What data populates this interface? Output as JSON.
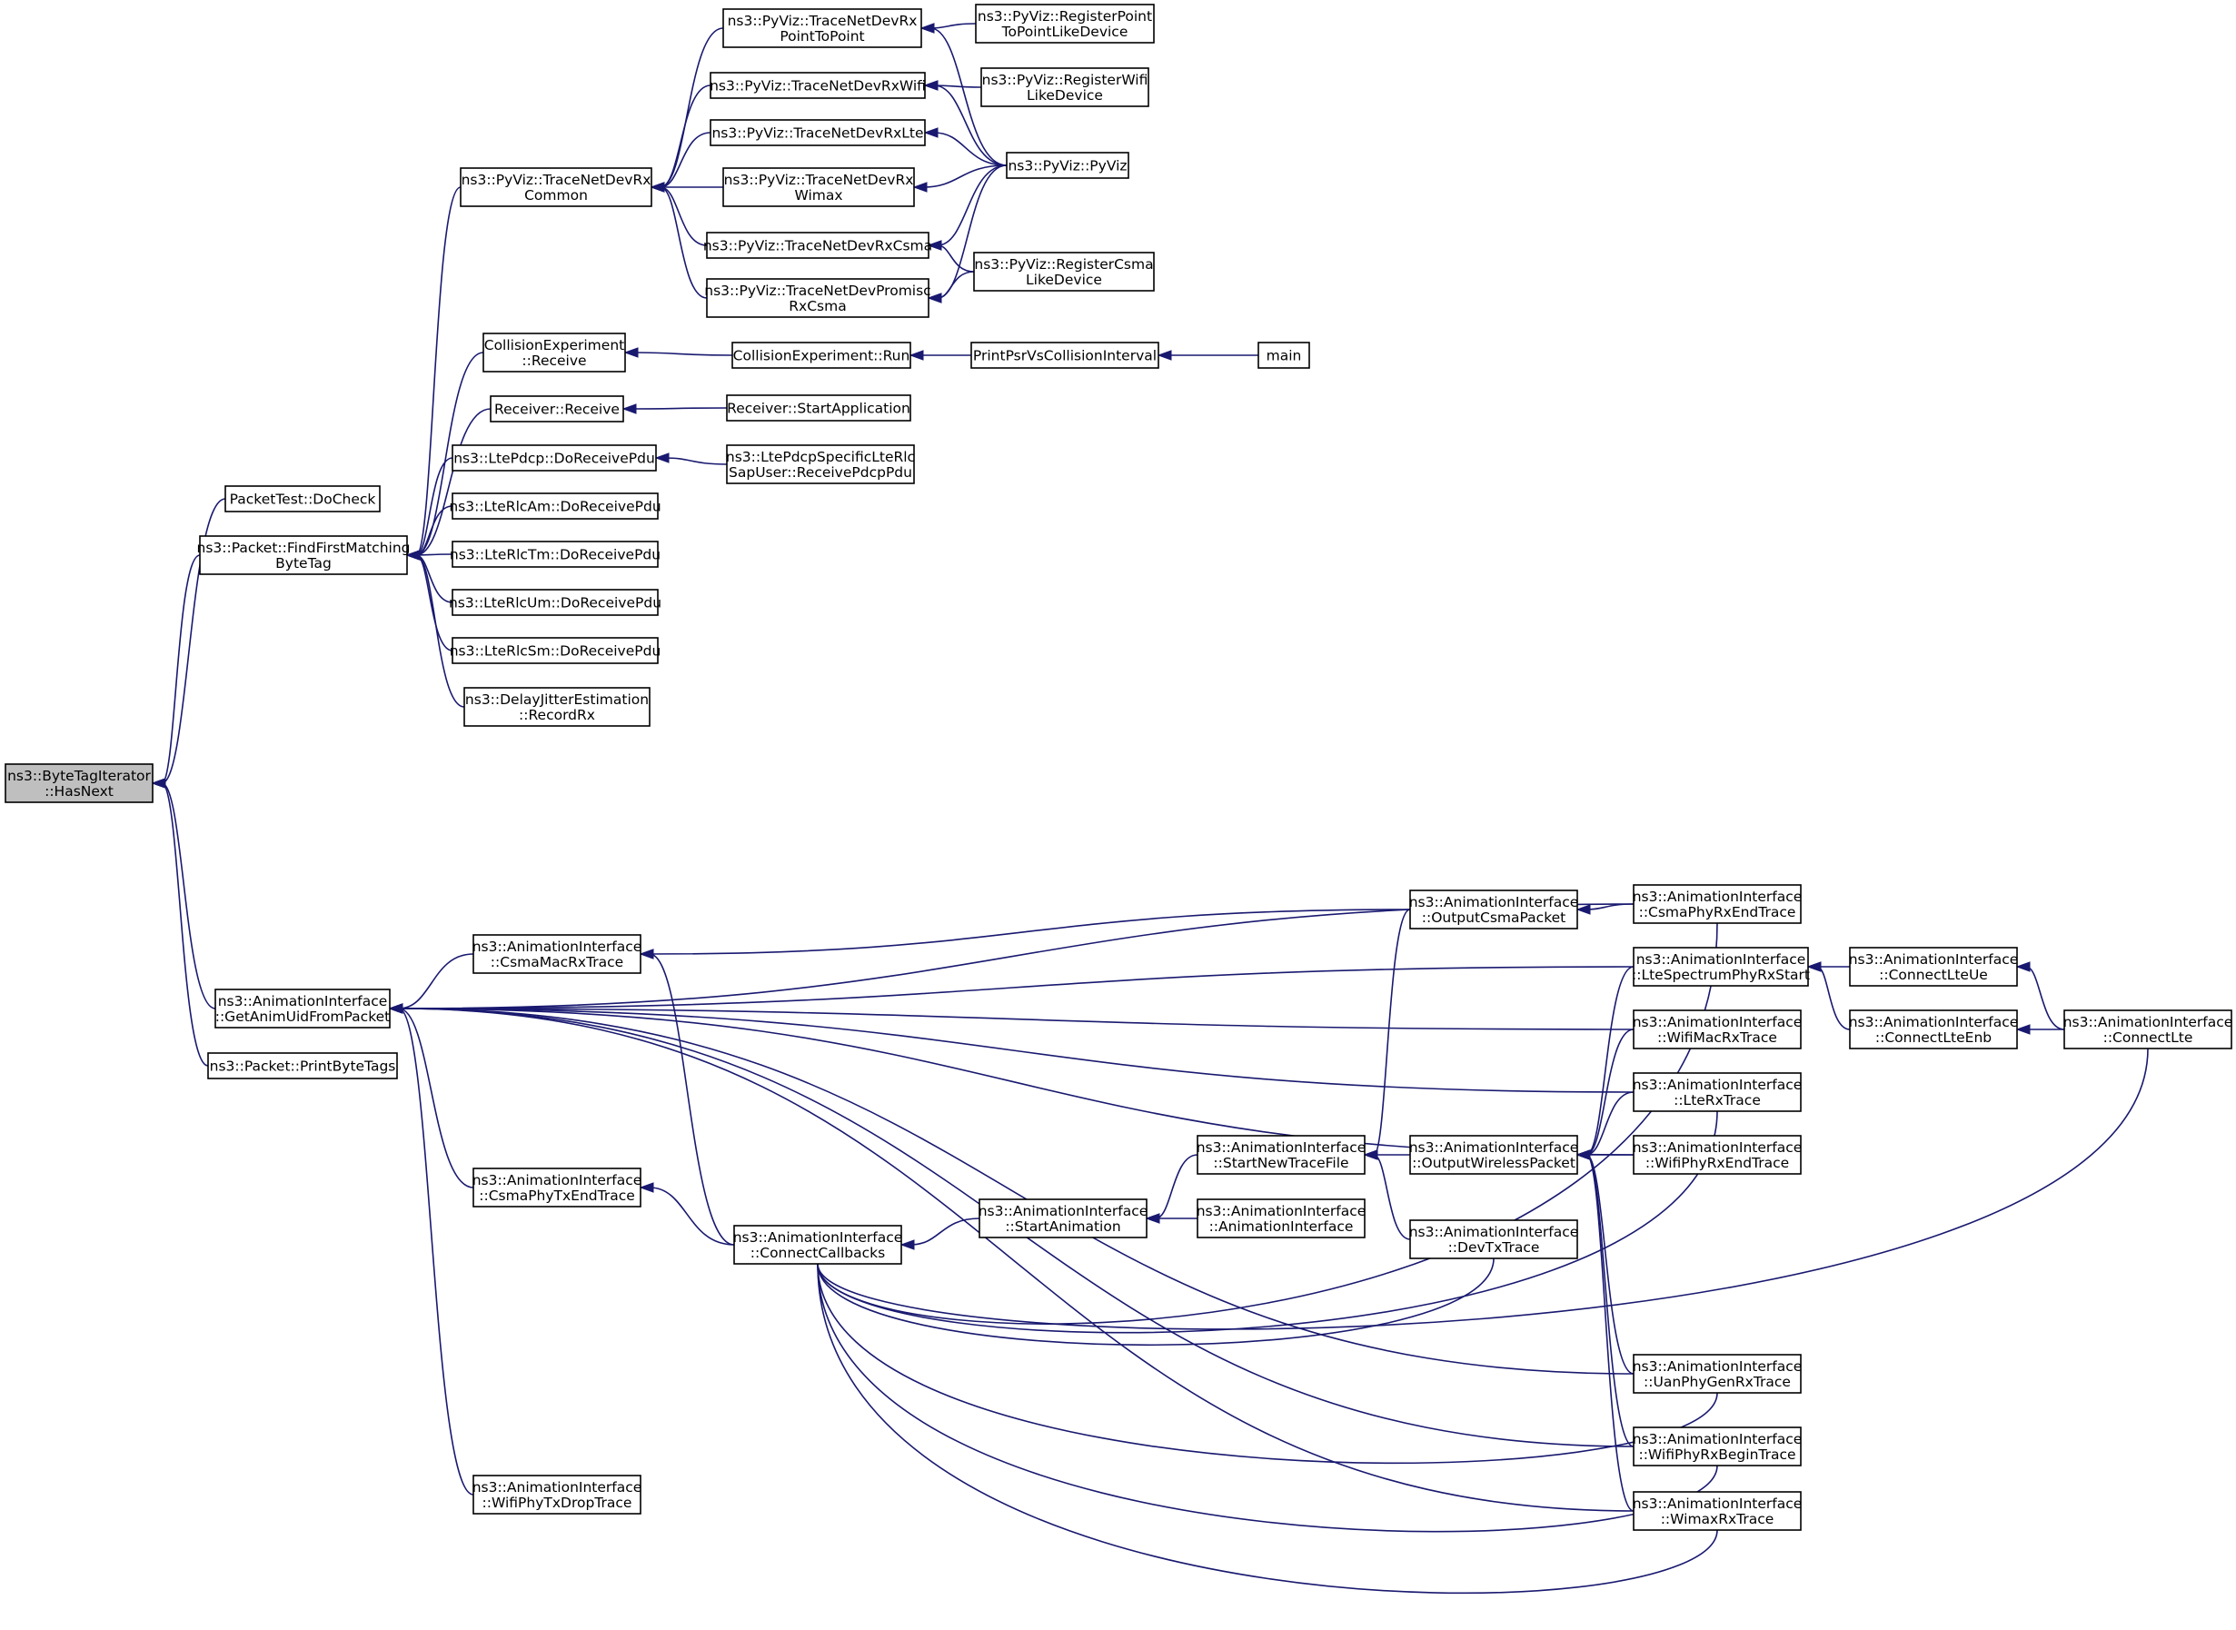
{
  "nodes": [
    {
      "id": "root",
      "lines": [
        "ns3::ByteTagIterator",
        "::HasNext"
      ],
      "root": true
    },
    {
      "id": "packettest",
      "lines": [
        "PacketTest::DoCheck"
      ]
    },
    {
      "id": "findfirst",
      "lines": [
        "ns3::Packet::FindFirstMatching",
        "ByteTag"
      ]
    },
    {
      "id": "getanimuid",
      "lines": [
        "ns3::AnimationInterface",
        "::GetAnimUidFromPacket"
      ]
    },
    {
      "id": "printbytetags",
      "lines": [
        "ns3::Packet::PrintByteTags"
      ]
    },
    {
      "id": "rxcommon",
      "lines": [
        "ns3::PyViz::TraceNetDevRx",
        "Common"
      ]
    },
    {
      "id": "collrecv",
      "lines": [
        "CollisionExperiment",
        "::Receive"
      ]
    },
    {
      "id": "recvrecv",
      "lines": [
        "Receiver::Receive"
      ]
    },
    {
      "id": "ltepdcp",
      "lines": [
        "ns3::LtePdcp::DoReceivePdu"
      ]
    },
    {
      "id": "lterlcam",
      "lines": [
        "ns3::LteRlcAm::DoReceivePdu"
      ]
    },
    {
      "id": "lterlctm",
      "lines": [
        "ns3::LteRlcTm::DoReceivePdu"
      ]
    },
    {
      "id": "lterlcum",
      "lines": [
        "ns3::LteRlcUm::DoReceivePdu"
      ]
    },
    {
      "id": "lterlcsm",
      "lines": [
        "ns3::LteRlcSm::DoReceivePdu"
      ]
    },
    {
      "id": "delayjitter",
      "lines": [
        "ns3::DelayJitterEstimation",
        "::RecordRx"
      ]
    },
    {
      "id": "rxp2p",
      "lines": [
        "ns3::PyViz::TraceNetDevRx",
        "PointToPoint"
      ]
    },
    {
      "id": "rxwifi",
      "lines": [
        "ns3::PyViz::TraceNetDevRxWifi"
      ]
    },
    {
      "id": "rxlte",
      "lines": [
        "ns3::PyViz::TraceNetDevRxLte"
      ]
    },
    {
      "id": "rxwimax",
      "lines": [
        "ns3::PyViz::TraceNetDevRx",
        "Wimax"
      ]
    },
    {
      "id": "rxcsma",
      "lines": [
        "ns3::PyViz::TraceNetDevRxCsma"
      ]
    },
    {
      "id": "promisc",
      "lines": [
        "ns3::PyViz::TraceNetDevPromisc",
        "RxCsma"
      ]
    },
    {
      "id": "regp2p",
      "lines": [
        "ns3::PyViz::RegisterPoint",
        "ToPointLikeDevice"
      ]
    },
    {
      "id": "regwifi",
      "lines": [
        "ns3::PyViz::RegisterWifi",
        "LikeDevice"
      ]
    },
    {
      "id": "pyviz",
      "lines": [
        "ns3::PyViz::PyViz"
      ]
    },
    {
      "id": "regcsma",
      "lines": [
        "ns3::PyViz::RegisterCsma",
        "LikeDevice"
      ]
    },
    {
      "id": "collrun",
      "lines": [
        "CollisionExperiment::Run"
      ]
    },
    {
      "id": "printpsr",
      "lines": [
        "PrintPsrVsCollisionInterval"
      ]
    },
    {
      "id": "main",
      "lines": [
        "main"
      ]
    },
    {
      "id": "recvstart",
      "lines": [
        "Receiver::StartApplication"
      ]
    },
    {
      "id": "pdcpspecific",
      "lines": [
        "ns3::LtePdcpSpecificLteRlc",
        "SapUser::ReceivePdcpPdu"
      ]
    },
    {
      "id": "csmamacrx",
      "lines": [
        "ns3::AnimationInterface",
        "::CsmaMacRxTrace"
      ]
    },
    {
      "id": "csmaphytxend",
      "lines": [
        "ns3::AnimationInterface",
        "::CsmaPhyTxEndTrace"
      ]
    },
    {
      "id": "wifiphytxdrop",
      "lines": [
        "ns3::AnimationInterface",
        "::WifiPhyTxDropTrace"
      ]
    },
    {
      "id": "connectcallbacks",
      "lines": [
        "ns3::AnimationInterface",
        "::ConnectCallbacks"
      ]
    },
    {
      "id": "startanimation",
      "lines": [
        "ns3::AnimationInterface",
        "::StartAnimation"
      ]
    },
    {
      "id": "animinterface",
      "lines": [
        "ns3::AnimationInterface",
        "::AnimationInterface"
      ]
    },
    {
      "id": "startnewtrace",
      "lines": [
        "ns3::AnimationInterface",
        "::StartNewTraceFile"
      ]
    },
    {
      "id": "outputcsma",
      "lines": [
        "ns3::AnimationInterface",
        "::OutputCsmaPacket"
      ]
    },
    {
      "id": "outputwireless",
      "lines": [
        "ns3::AnimationInterface",
        "::OutputWirelessPacket"
      ]
    },
    {
      "id": "devtx",
      "lines": [
        "ns3::AnimationInterface",
        "::DevTxTrace"
      ]
    },
    {
      "id": "csmaphyrxend",
      "lines": [
        "ns3::AnimationInterface",
        "::CsmaPhyRxEndTrace"
      ]
    },
    {
      "id": "ltespectrum",
      "lines": [
        "ns3::AnimationInterface",
        "::LteSpectrumPhyRxStart"
      ]
    },
    {
      "id": "wifimacrx",
      "lines": [
        "ns3::AnimationInterface",
        "::WifiMacRxTrace"
      ]
    },
    {
      "id": "ltrx",
      "lines": [
        "ns3::AnimationInterface",
        "::LteRxTrace"
      ]
    },
    {
      "id": "wifiphyrxend",
      "lines": [
        "ns3::AnimationInterface",
        "::WifiPhyRxEndTrace"
      ]
    },
    {
      "id": "uanphy",
      "lines": [
        "ns3::AnimationInterface",
        "::UanPhyGenRxTrace"
      ]
    },
    {
      "id": "wifiphyrxbegin",
      "lines": [
        "ns3::AnimationInterface",
        "::WifiPhyRxBeginTrace"
      ]
    },
    {
      "id": "wimaxrx",
      "lines": [
        "ns3::AnimationInterface",
        "::WimaxRxTrace"
      ]
    },
    {
      "id": "connectlteue",
      "lines": [
        "ns3::AnimationInterface",
        "::ConnectLteUe"
      ]
    },
    {
      "id": "connectlteenb",
      "lines": [
        "ns3::AnimationInterface",
        "::ConnectLteEnb"
      ]
    },
    {
      "id": "connectlte",
      "lines": [
        "ns3::AnimationInterface",
        "::ConnectLte"
      ]
    }
  ],
  "edges": [
    [
      "root",
      "packettest"
    ],
    [
      "root",
      "findfirst"
    ],
    [
      "root",
      "getanimuid"
    ],
    [
      "root",
      "printbytetags"
    ],
    [
      "findfirst",
      "rxcommon"
    ],
    [
      "findfirst",
      "collrecv"
    ],
    [
      "findfirst",
      "recvrecv"
    ],
    [
      "findfirst",
      "ltepdcp"
    ],
    [
      "findfirst",
      "lterlcam"
    ],
    [
      "findfirst",
      "lterlctm"
    ],
    [
      "findfirst",
      "lterlcum"
    ],
    [
      "findfirst",
      "lterlcsm"
    ],
    [
      "findfirst",
      "delayjitter"
    ],
    [
      "rxcommon",
      "rxp2p"
    ],
    [
      "rxcommon",
      "rxwifi"
    ],
    [
      "rxcommon",
      "rxlte"
    ],
    [
      "rxcommon",
      "rxwimax"
    ],
    [
      "rxcommon",
      "rxcsma"
    ],
    [
      "rxcommon",
      "promisc"
    ],
    [
      "rxp2p",
      "regp2p"
    ],
    [
      "rxp2p",
      "pyviz"
    ],
    [
      "rxwifi",
      "regwifi"
    ],
    [
      "rxwifi",
      "pyviz"
    ],
    [
      "rxlte",
      "pyviz"
    ],
    [
      "rxwimax",
      "pyviz"
    ],
    [
      "rxcsma",
      "pyviz"
    ],
    [
      "rxcsma",
      "regcsma"
    ],
    [
      "promisc",
      "pyviz"
    ],
    [
      "promisc",
      "regcsma"
    ],
    [
      "collrecv",
      "collrun"
    ],
    [
      "collrun",
      "printpsr"
    ],
    [
      "printpsr",
      "main"
    ],
    [
      "recvrecv",
      "recvstart"
    ],
    [
      "ltepdcp",
      "pdcpspecific"
    ],
    [
      "getanimuid",
      "csmamacrx"
    ],
    [
      "getanimuid",
      "csmaphytxend"
    ],
    [
      "getanimuid",
      "wifiphytxdrop"
    ],
    [
      "getanimuid",
      "csmaphyrxend"
    ],
    [
      "getanimuid",
      "ltespectrum"
    ],
    [
      "getanimuid",
      "wifimacrx"
    ],
    [
      "getanimuid",
      "ltrx"
    ],
    [
      "getanimuid",
      "wifiphyrxend"
    ],
    [
      "getanimuid",
      "uanphy"
    ],
    [
      "getanimuid",
      "wifiphyrxbegin"
    ],
    [
      "getanimuid",
      "wimaxrx"
    ],
    [
      "csmamacrx",
      "outputcsma"
    ],
    [
      "csmamacrx",
      "connectcallbacks"
    ],
    [
      "csmaphytxend",
      "connectcallbacks"
    ],
    [
      "connectcallbacks",
      "startanimation"
    ],
    [
      "startanimation",
      "startnewtrace"
    ],
    [
      "startanimation",
      "animinterface"
    ],
    [
      "startnewtrace",
      "outputcsma"
    ],
    [
      "startnewtrace",
      "outputwireless"
    ],
    [
      "startnewtrace",
      "devtx"
    ],
    [
      "outputcsma",
      "csmaphyrxend"
    ],
    [
      "outputwireless",
      "ltespectrum"
    ],
    [
      "outputwireless",
      "wifimacrx"
    ],
    [
      "outputwireless",
      "ltrx"
    ],
    [
      "outputwireless",
      "wifiphyrxend"
    ],
    [
      "outputwireless",
      "uanphy"
    ],
    [
      "outputwireless",
      "wifiphyrxbegin"
    ],
    [
      "outputwireless",
      "wimaxrx"
    ],
    [
      "devtx",
      "connectcallbacks"
    ],
    [
      "ltespectrum",
      "connectlteue"
    ],
    [
      "ltespectrum",
      "connectlteenb"
    ],
    [
      "connectlteue",
      "connectlte"
    ],
    [
      "connectlteenb",
      "connectlte"
    ],
    [
      "csmaphyrxend",
      "connectcallbacks"
    ],
    [
      "ltrx",
      "connectcallbacks"
    ],
    [
      "uanphy",
      "connectcallbacks"
    ],
    [
      "wifiphyrxbegin",
      "connectcallbacks"
    ],
    [
      "wimaxrx",
      "connectcallbacks"
    ],
    [
      "connectlte",
      "connectcallbacks"
    ]
  ]
}
